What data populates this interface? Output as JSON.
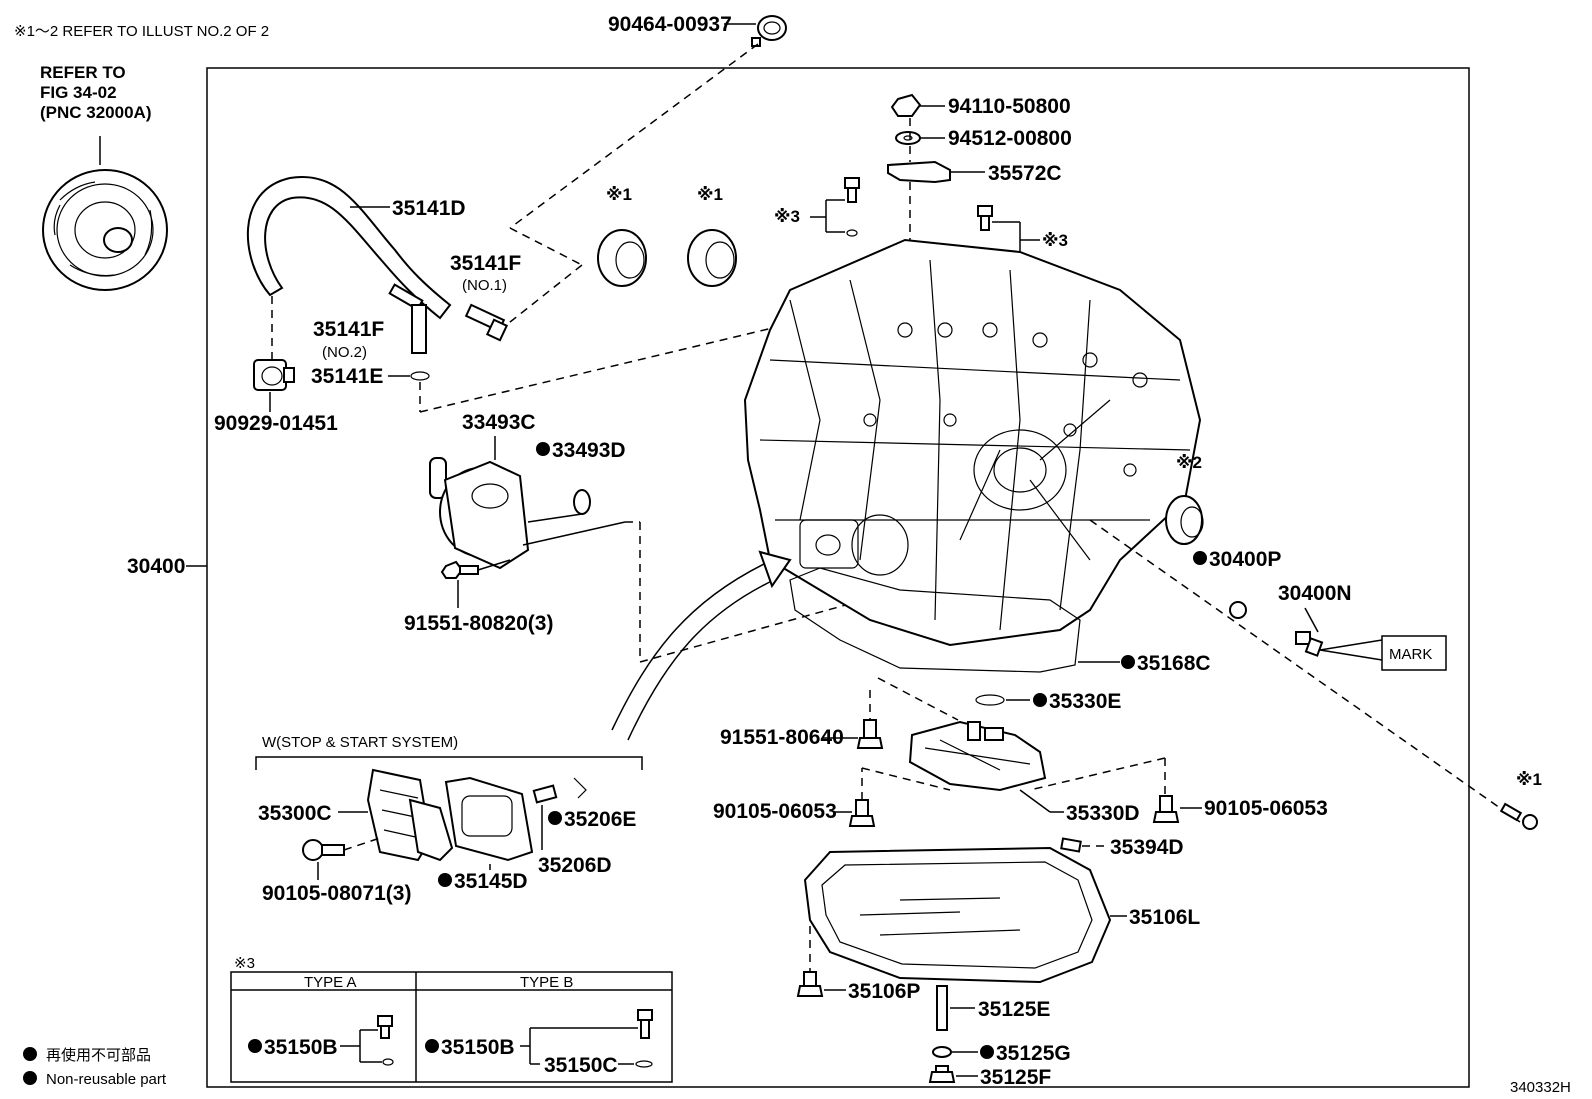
{
  "header": {
    "note_ref": "※1～2 REFER TO ILLUST NO.2 OF 2",
    "refer_line1": "REFER TO",
    "refer_line2": "FIG 34-02",
    "refer_line3": "(PNC 32000A)"
  },
  "labels": {
    "p90464": "90464-00937",
    "p94110": "94110-50800",
    "p94512": "94512-00800",
    "p35572C": "35572C",
    "p35141D": "35141D",
    "p35141F1": "35141F",
    "p35141F1_sub": "(NO.1)",
    "p35141F2": "35141F",
    "p35141F2_sub": "(NO.2)",
    "p35141E": "35141E",
    "p90929": "90929-01451",
    "p33493C": "33493C",
    "p33493D": "33493D",
    "p30400": "30400",
    "p91551_80820": "91551-80820(3)",
    "p30400P": "30400P",
    "p30400N": "30400N",
    "mark": "MARK",
    "p35168C": "35168C",
    "p35330E": "35330E",
    "p91551_80640": "91551-80640",
    "p35330D": "35330D",
    "p90105_06053_left": "90105-06053",
    "p90105_06053_right": "90105-06053",
    "p35394D": "35394D",
    "p35106L": "35106L",
    "p35106P": "35106P",
    "p35125E": "35125E",
    "p35125G": "35125G",
    "p35125F": "35125F",
    "stop_start": "W(STOP & START SYSTEM)",
    "p35300C": "35300C",
    "p35206E": "35206E",
    "p35206D": "35206D",
    "p35145D": "35145D",
    "p90105_08071": "90105-08071(3)",
    "note1a": "※1",
    "note1b": "※1",
    "note1c": "※1",
    "note2": "※2",
    "note3a": "※3",
    "note3b": "※3"
  },
  "type_table": {
    "marker": "※3",
    "type_a": "TYPE A",
    "type_b": "TYPE B",
    "a_part": "35150B",
    "b_part1": "35150B",
    "b_part2": "35150C"
  },
  "legend": {
    "jp": "再使用不可部品",
    "en": "Non-reusable part"
  },
  "figure_id": "340332H"
}
